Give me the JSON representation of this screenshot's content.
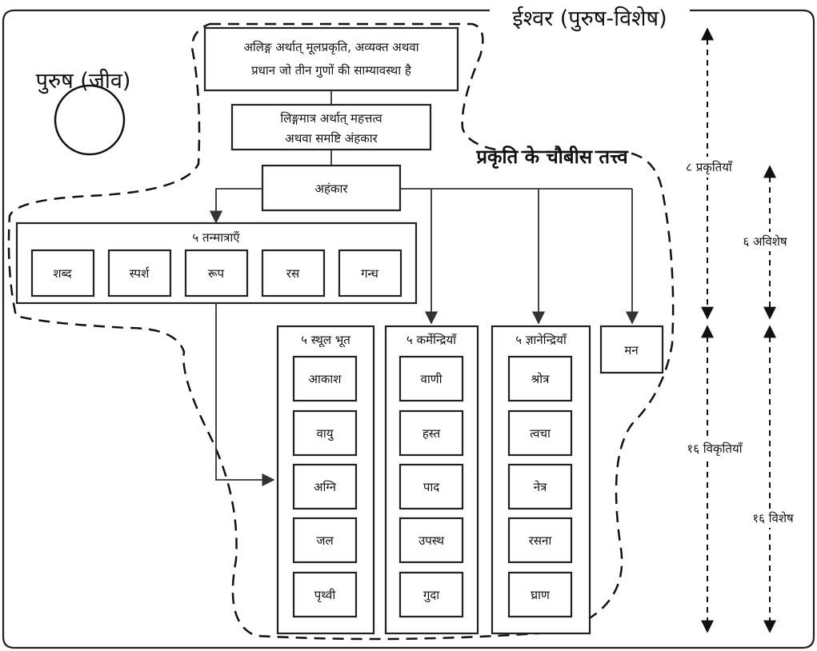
{
  "title": "ईश्वर (पुरुष-विशेष)",
  "purusha_label": "पुरुष (जीव)",
  "group_label": "प्रकृति के चौबीस तत्त्व",
  "mula_prakriti": {
    "line1": "अलिङ्ग अर्थात् मूलप्रकृति, अव्यक्त अथवा",
    "line2": "प्रधान जो तीन गुणों की साम्यावस्था है"
  },
  "mahat": {
    "line1": "लिङ्गमात्र अर्थात् महत्तत्व",
    "line2": "अथवा समष्टि अंहकार"
  },
  "ahankara": "अहंकार",
  "tanmatras": {
    "title": "५ तन्मात्राएँ",
    "items": [
      "शब्द",
      "स्पर्श",
      "रूप",
      "रस",
      "गन्ध"
    ]
  },
  "sthula_bhuta": {
    "title": "५ स्थूल भूत",
    "items": [
      "आकाश",
      "वायु",
      "अग्नि",
      "जल",
      "पृथ्वी"
    ]
  },
  "karmendriya": {
    "title": "५ कर्मेन्द्रियाँ",
    "items": [
      "वाणी",
      "हस्त",
      "पाद",
      "उपस्थ",
      "गुदा"
    ]
  },
  "jnanendriya": {
    "title": "५ ज्ञानेन्द्रियाँ",
    "items": [
      "श्रोत्र",
      "त्वचा",
      "नेत्र",
      "रसना",
      "घ्राण"
    ]
  },
  "manas": "मन",
  "side_labels": {
    "prakritiyan": "८ प्रकृतियाँ",
    "avishesha": "६ अविशेष",
    "vikritiyan": "१६ विकृतियाँ",
    "vishesha": "१६ विशेष"
  }
}
